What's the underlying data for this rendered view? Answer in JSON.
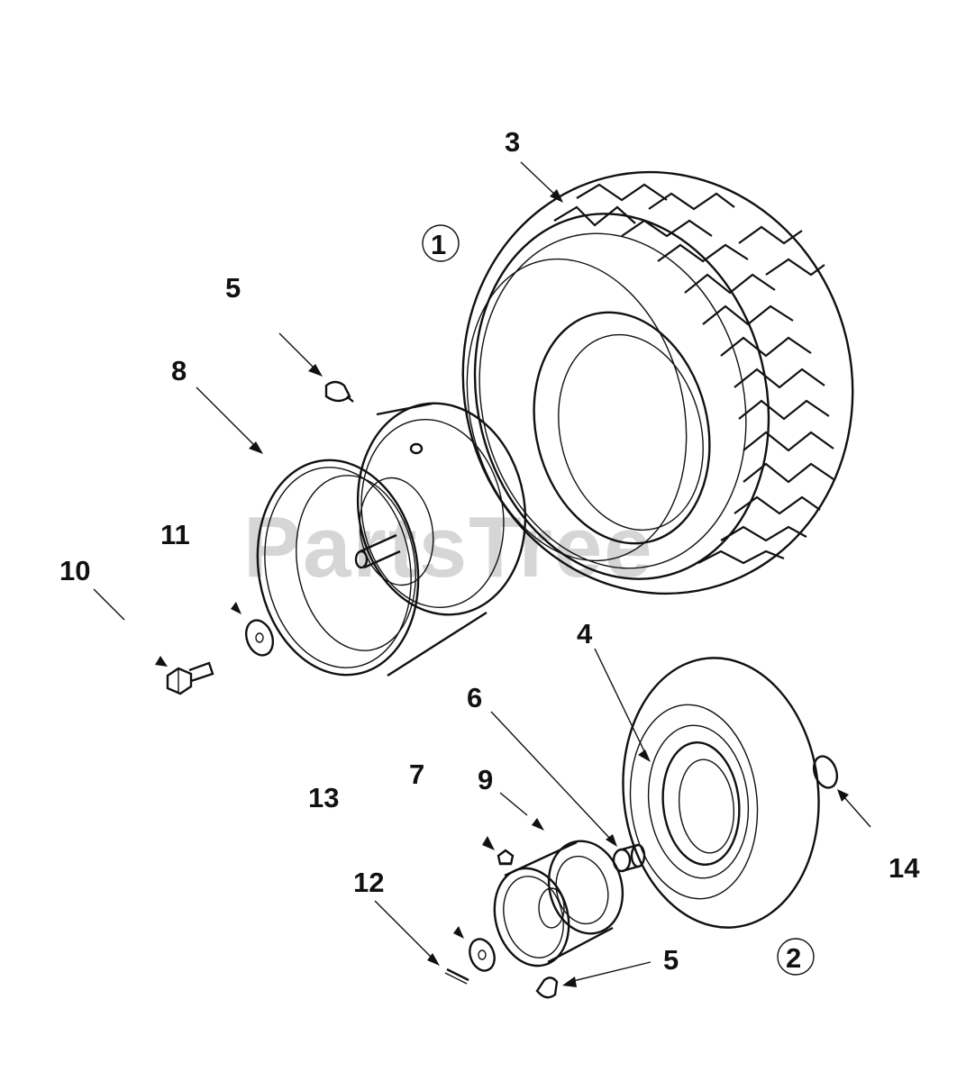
{
  "watermark": "PartsTree",
  "callouts": {
    "c1": "1",
    "c2": "2",
    "c3": "3",
    "c4": "4",
    "c5a": "5",
    "c5b": "5",
    "c6": "6",
    "c7": "7",
    "c8": "8",
    "c9": "9",
    "c10": "10",
    "c11": "11",
    "c12": "12",
    "c13": "13",
    "c14": "14"
  }
}
